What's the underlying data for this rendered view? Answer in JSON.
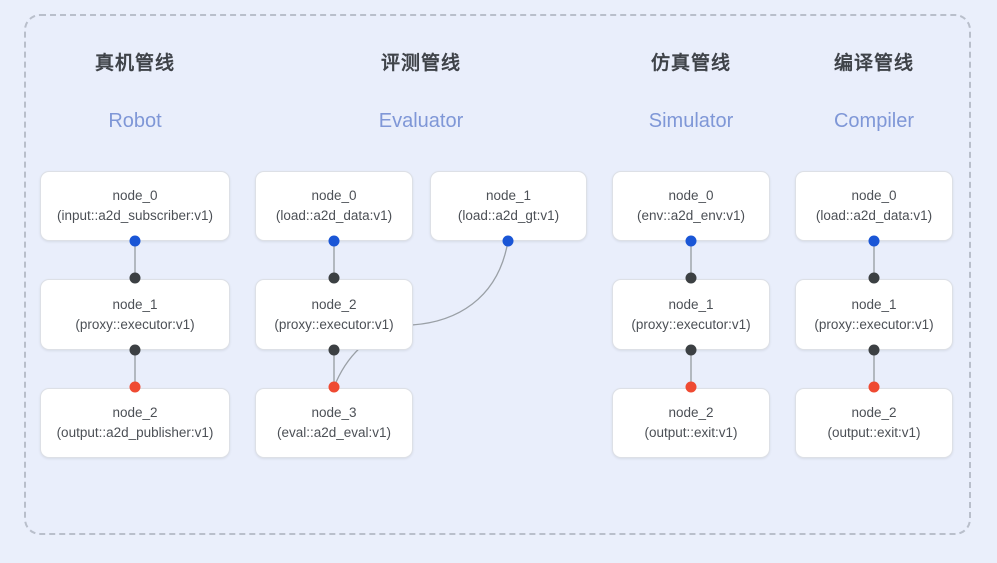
{
  "frame": {
    "border_style": "dashed",
    "border_color": "#b9bfcb",
    "background": "#e9eefb"
  },
  "palette": {
    "page_background": "#eaeffb",
    "node_background": "#ffffff",
    "node_border": "#dde0e6",
    "title_color": "#3f4349",
    "subtitle_color": "#7f97d7",
    "node_text": "#4c5056",
    "port_input": "#1a56d6",
    "port_internal": "#3c4043",
    "port_output": "#ef4a32",
    "edge_color": "#9aa0a6"
  },
  "columns": [
    {
      "id": "robot",
      "title": "真机管线",
      "subtitle": "Robot",
      "nodes": [
        {
          "id": "robot-node-0",
          "name": "node_0",
          "type": "(input::a2d_subscriber:v1)"
        },
        {
          "id": "robot-node-1",
          "name": "node_1",
          "type": "(proxy::executor:v1)"
        },
        {
          "id": "robot-node-2",
          "name": "node_2",
          "type": "(output::a2d_publisher:v1)"
        }
      ]
    },
    {
      "id": "evaluator",
      "title": "评测管线",
      "subtitle": "Evaluator",
      "nodes": [
        {
          "id": "eval-node-0",
          "name": "node_0",
          "type": "(load::a2d_data:v1)"
        },
        {
          "id": "eval-node-1",
          "name": "node_1",
          "type": "(load::a2d_gt:v1)"
        },
        {
          "id": "eval-node-2",
          "name": "node_2",
          "type": "(proxy::executor:v1)"
        },
        {
          "id": "eval-node-3",
          "name": "node_3",
          "type": "(eval::a2d_eval:v1)"
        }
      ]
    },
    {
      "id": "simulator",
      "title": "仿真管线",
      "subtitle": "Simulator",
      "nodes": [
        {
          "id": "sim-node-0",
          "name": "node_0",
          "type": "(env::a2d_env:v1)"
        },
        {
          "id": "sim-node-1",
          "name": "node_1",
          "type": "(proxy::executor:v1)"
        },
        {
          "id": "sim-node-2",
          "name": "node_2",
          "type": "(output::exit:v1)"
        }
      ]
    },
    {
      "id": "compiler",
      "title": "编译管线",
      "subtitle": "Compiler",
      "nodes": [
        {
          "id": "comp-node-0",
          "name": "node_0",
          "type": "(load::a2d_data:v1)"
        },
        {
          "id": "comp-node-1",
          "name": "node_1",
          "type": "(proxy::executor:v1)"
        },
        {
          "id": "comp-node-2",
          "name": "node_2",
          "type": "(output::exit:v1)"
        }
      ]
    }
  ]
}
